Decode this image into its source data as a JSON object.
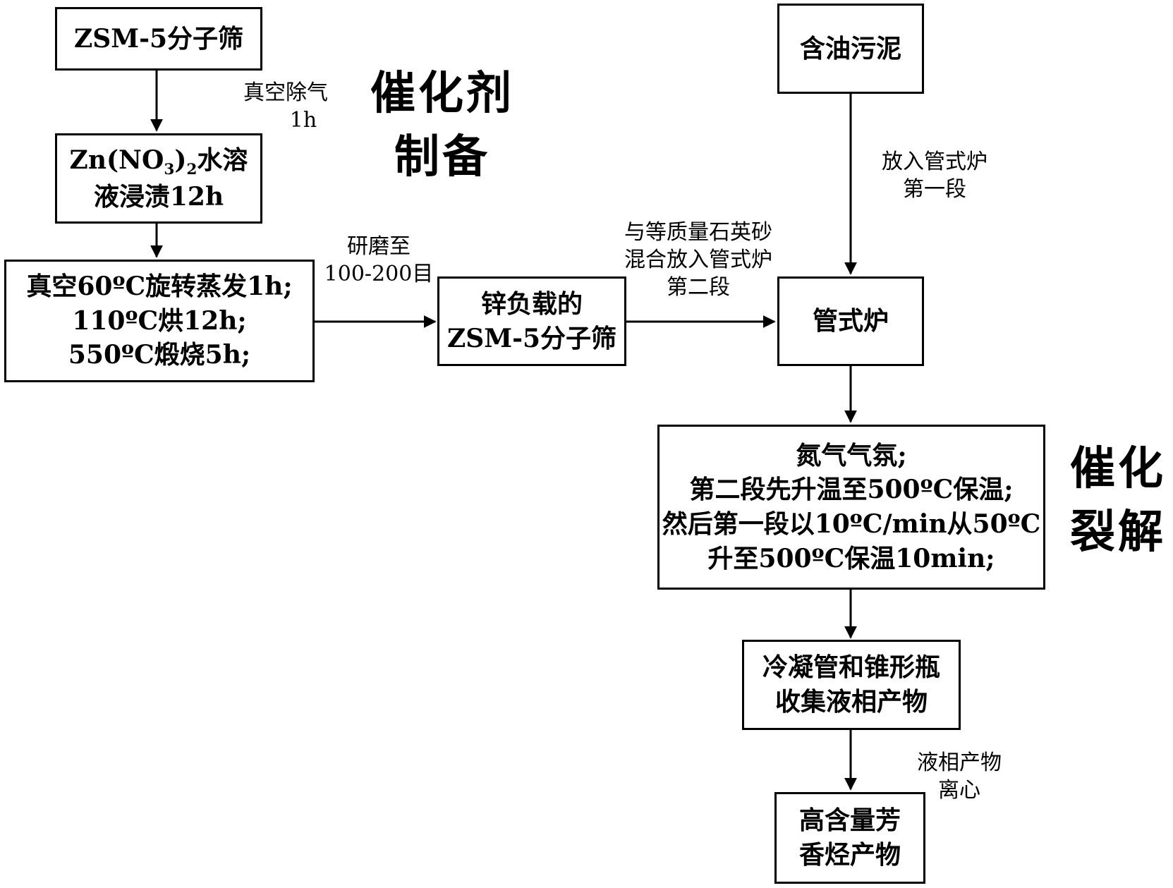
{
  "nodes": {
    "zsm5": [
      "ZSM-5分子筛"
    ],
    "impregnation": {
      "line1_pre": "Zn(NO",
      "line1_sub": "3",
      "line1_mid": ")",
      "line1_sub2": "2",
      "line1_post": "水溶",
      "line2": "液浸渍12h"
    },
    "drying": [
      "真空60ºC旋转蒸发1h;",
      "110ºC烘12h;",
      "550ºC煅烧5h;"
    ],
    "zn_zsm5": [
      "锌负载的",
      "ZSM-5分子筛"
    ],
    "oil_sludge": [
      "含油污泥"
    ],
    "tube_furnace": [
      "管式炉"
    ],
    "conditions": [
      "氮气气氛;",
      "第二段先升温至500ºC保温;",
      "然后第一段以10ºC/min从50ºC",
      "升至500ºC保温10min;"
    ],
    "condenser": [
      "冷凝管和锥形瓶",
      "收集液相产物"
    ],
    "aromatics": [
      "高含量芳",
      "香烃产物"
    ]
  },
  "edge_labels": {
    "degas": [
      "真空除气",
      "1h"
    ],
    "grind": [
      "研磨至",
      "100-200目"
    ],
    "mix": [
      "与等质量石英砂",
      "混合放入管式炉",
      "第二段"
    ],
    "feed": [
      "放入管式炉",
      "第一段"
    ],
    "centrifuge": [
      "液相产物",
      "离心"
    ]
  },
  "section_titles": {
    "catalyst_prep": [
      "催化剂",
      "制备"
    ],
    "catalytic_cracking": [
      "催化",
      "裂解"
    ]
  }
}
